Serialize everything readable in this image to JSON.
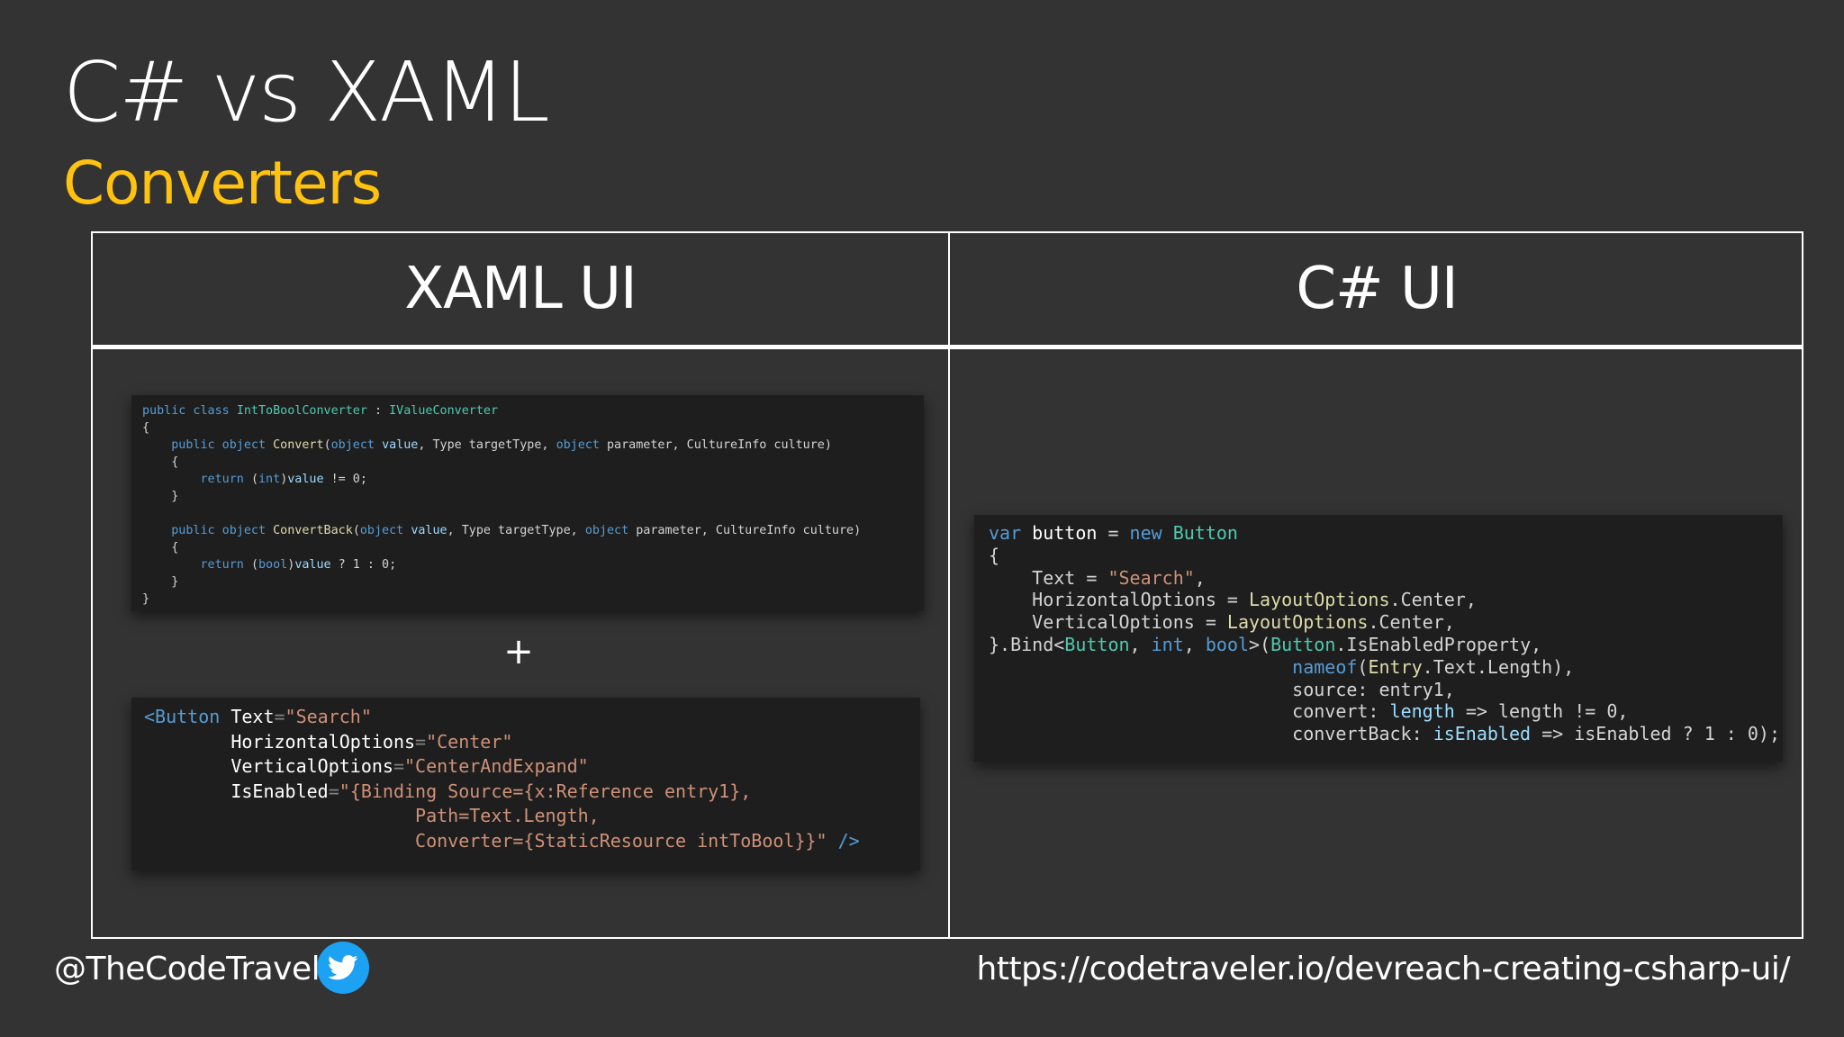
{
  "slide": {
    "title": "C# vs XAML",
    "subtitle": "Converters"
  },
  "table": {
    "left_header": "XAML UI",
    "right_header": "C# UI"
  },
  "plus_sign": "+",
  "converter_code": [
    [
      [
        "kw",
        "public class "
      ],
      [
        "ty",
        "IntToBoolConverter"
      ],
      [
        "pl",
        " : "
      ],
      [
        "ty",
        "IValueConverter"
      ]
    ],
    [
      [
        "pl",
        "{"
      ]
    ],
    [
      [
        "pl",
        "    "
      ],
      [
        "kw",
        "public object "
      ],
      [
        "fn",
        "Convert"
      ],
      [
        "pl",
        "("
      ],
      [
        "kw",
        "object "
      ],
      [
        "at",
        "value"
      ],
      [
        "pl",
        ", Type targetType, "
      ],
      [
        "kw",
        "object "
      ],
      [
        "pl",
        "parameter, CultureInfo culture)"
      ]
    ],
    [
      [
        "pl",
        "    {"
      ]
    ],
    [
      [
        "pl",
        "        "
      ],
      [
        "kw",
        "return "
      ],
      [
        "pl",
        "("
      ],
      [
        "kw",
        "int"
      ],
      [
        "pl",
        ")"
      ],
      [
        "at",
        "value"
      ],
      [
        "pl",
        " != 0;"
      ]
    ],
    [
      [
        "pl",
        "    }"
      ]
    ],
    [
      [
        "pl",
        ""
      ]
    ],
    [
      [
        "pl",
        "    "
      ],
      [
        "kw",
        "public object "
      ],
      [
        "fn",
        "ConvertBack"
      ],
      [
        "pl",
        "("
      ],
      [
        "kw",
        "object "
      ],
      [
        "at",
        "value"
      ],
      [
        "pl",
        ", Type targetType, "
      ],
      [
        "kw",
        "object "
      ],
      [
        "pl",
        "parameter, CultureInfo culture)"
      ]
    ],
    [
      [
        "pl",
        "    {"
      ]
    ],
    [
      [
        "pl",
        "        "
      ],
      [
        "kw",
        "return "
      ],
      [
        "pl",
        "("
      ],
      [
        "kw",
        "bool"
      ],
      [
        "pl",
        ")"
      ],
      [
        "at",
        "value"
      ],
      [
        "pl",
        " ? 1 : 0;"
      ]
    ],
    [
      [
        "pl",
        "    }"
      ]
    ],
    [
      [
        "pl",
        "}"
      ]
    ]
  ],
  "xaml_code": [
    [
      [
        "tg",
        "<Button "
      ],
      [
        "wh",
        "Text"
      ],
      [
        "pu",
        "="
      ],
      [
        "st",
        "\"Search\""
      ]
    ],
    [
      [
        "pl",
        "        "
      ],
      [
        "wh",
        "HorizontalOptions"
      ],
      [
        "pu",
        "="
      ],
      [
        "st",
        "\"Center\""
      ]
    ],
    [
      [
        "pl",
        "        "
      ],
      [
        "wh",
        "VerticalOptions"
      ],
      [
        "pu",
        "="
      ],
      [
        "st",
        "\"CenterAndExpand\""
      ]
    ],
    [
      [
        "pl",
        "        "
      ],
      [
        "wh",
        "IsEnabled"
      ],
      [
        "pu",
        "="
      ],
      [
        "st",
        "\"{Binding Source={x:Reference entry1},"
      ]
    ],
    [
      [
        "st",
        "                         Path=Text.Length,"
      ]
    ],
    [
      [
        "st",
        "                         Converter={StaticResource intToBool}}\""
      ],
      [
        "pl",
        " "
      ],
      [
        "tg",
        "/>"
      ]
    ]
  ],
  "csharp_code": [
    [
      [
        "kw",
        "var "
      ],
      [
        "wh",
        "button"
      ],
      [
        "pl",
        " = "
      ],
      [
        "kw",
        "new "
      ],
      [
        "ty",
        "Button"
      ]
    ],
    [
      [
        "pl",
        "{"
      ]
    ],
    [
      [
        "pl",
        "    Text = "
      ],
      [
        "st",
        "\"Search\""
      ],
      [
        "pl",
        ","
      ]
    ],
    [
      [
        "pl",
        "    HorizontalOptions = "
      ],
      [
        "fn",
        "LayoutOptions"
      ],
      [
        "pl",
        ".Center,"
      ]
    ],
    [
      [
        "pl",
        "    VerticalOptions = "
      ],
      [
        "fn",
        "LayoutOptions"
      ],
      [
        "pl",
        ".Center,"
      ]
    ],
    [
      [
        "pl",
        "}.Bind<"
      ],
      [
        "ty",
        "Button"
      ],
      [
        "pl",
        ", "
      ],
      [
        "kw",
        "int"
      ],
      [
        "pl",
        ", "
      ],
      [
        "kw",
        "bool"
      ],
      [
        "pl",
        ">("
      ],
      [
        "ty",
        "Button"
      ],
      [
        "pl",
        ".IsEnabledProperty,"
      ]
    ],
    [
      [
        "pl",
        "                            "
      ],
      [
        "kw",
        "nameof"
      ],
      [
        "pl",
        "("
      ],
      [
        "fn",
        "Entry"
      ],
      [
        "pl",
        ".Text.Length),"
      ]
    ],
    [
      [
        "pl",
        "                            source: entry1,"
      ]
    ],
    [
      [
        "pl",
        "                            convert: "
      ],
      [
        "at",
        "length"
      ],
      [
        "pl",
        " => length != 0,"
      ]
    ],
    [
      [
        "pl",
        "                            convertBack: "
      ],
      [
        "at",
        "isEnabled"
      ],
      [
        "pl",
        " => isEnabled ? 1 : 0);"
      ]
    ]
  ],
  "footer": {
    "handle": "@TheCodeTraveler",
    "twitter_icon": "twitter-bird-icon",
    "url": "https://codetraveler.io/devreach-creating-csharp-ui/"
  },
  "colors": {
    "background": "#333333",
    "title": "#ffffff",
    "subtitle": "#ffc20e",
    "code_background": "#1e1e1e",
    "twitter_blue": "#1da1f2"
  }
}
